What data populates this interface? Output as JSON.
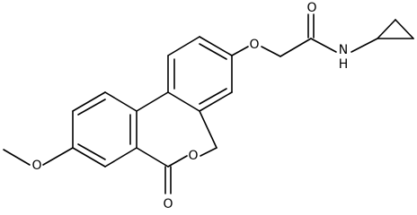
{
  "molecule": {
    "atoms": {
      "o_methoxy": "O",
      "o_ring": "O",
      "o_lactone_carbonyl": "O",
      "o_ether": "O",
      "o_amide_carbonyl": "O",
      "n_amide": "N",
      "h_amide": "H"
    }
  },
  "colors": {
    "bond": "#000000",
    "label": "#000000",
    "background": "#ffffff"
  }
}
